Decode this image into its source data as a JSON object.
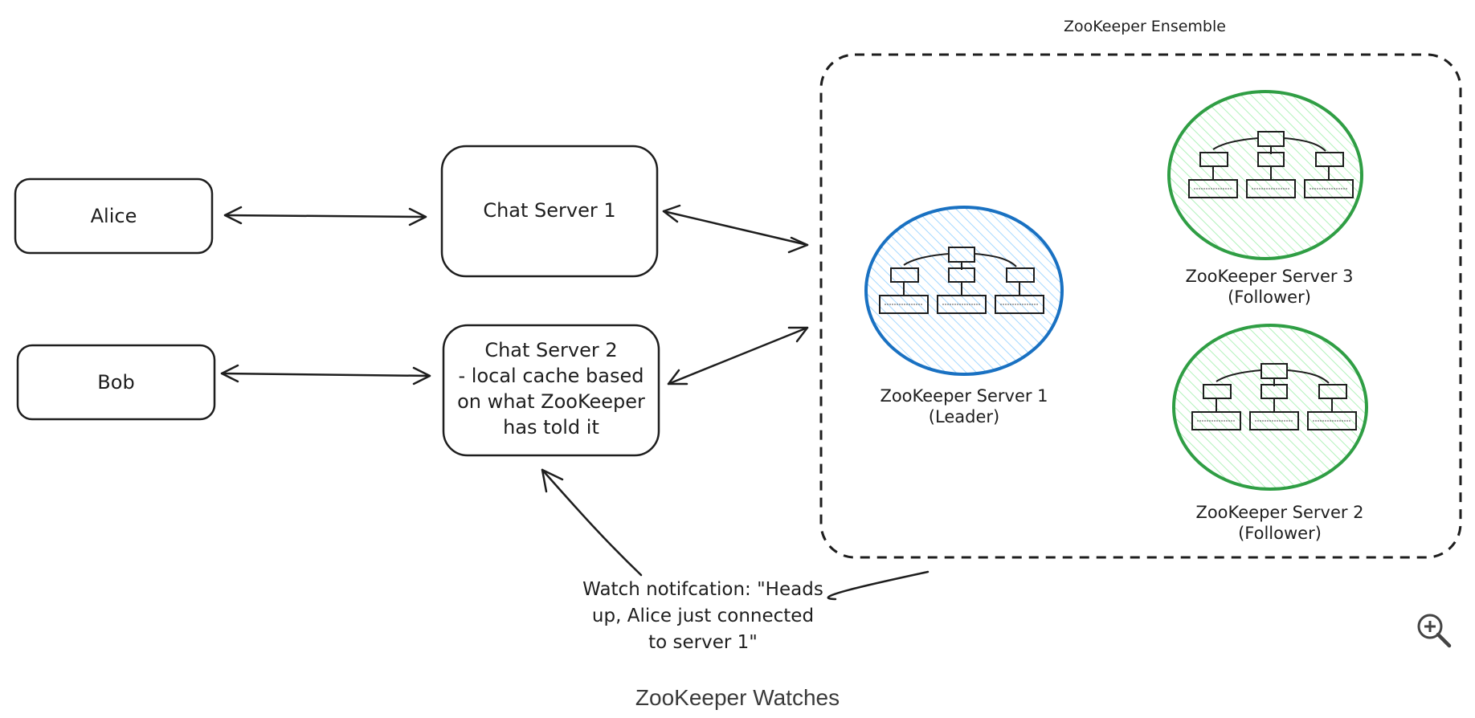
{
  "nodes": {
    "alice": "Alice",
    "bob": "Bob",
    "chat1": "Chat Server 1",
    "chat2": [
      "Chat Server 2",
      "- local cache based",
      "on what ZooKeeper",
      "has told it"
    ]
  },
  "ensemble": {
    "title": "ZooKeeper Ensemble",
    "servers": [
      {
        "name": "ZooKeeper Server 1",
        "role": "(Leader)",
        "color": "#1971c2"
      },
      {
        "name": "ZooKeeper Server 3",
        "role": "(Follower)",
        "color": "#2f9e44"
      },
      {
        "name": "ZooKeeper Server 2",
        "role": "(Follower)",
        "color": "#2f9e44"
      }
    ]
  },
  "annotation": [
    "Watch notifcation: \"Heads",
    "up, Alice just connected",
    "to server 1\""
  ],
  "caption": "ZooKeeper Watches",
  "colors": {
    "ink": "#1e1e1e",
    "leader": "#1971c2",
    "follower": "#2f9e44",
    "leader_fill": "#a5d8ff",
    "follower_fill": "#b2f2bb"
  },
  "icons": {
    "zoom": "zoom-in-icon"
  }
}
